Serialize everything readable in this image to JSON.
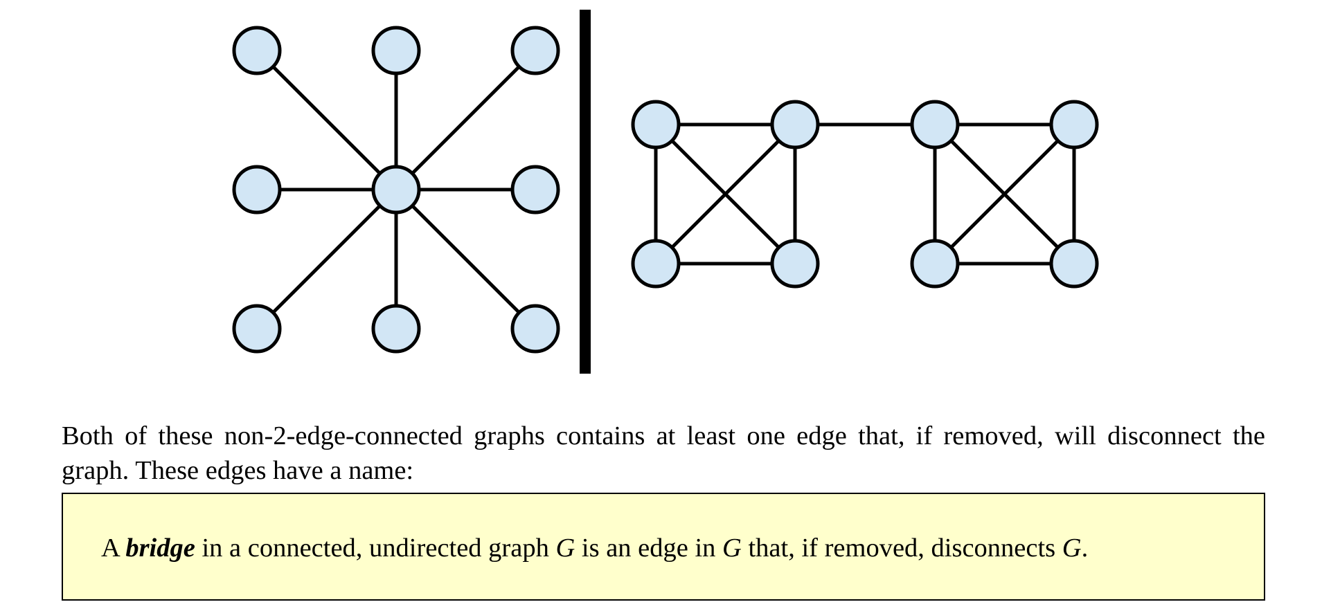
{
  "diagram": {
    "node_fill": "#d2e6f5",
    "stroke_color": "#000000",
    "star_graph": {
      "nodes": [
        "c",
        "tl",
        "tm",
        "tr",
        "ml",
        "mr",
        "bl",
        "bm",
        "br"
      ],
      "edges": [
        [
          "c",
          "tl"
        ],
        [
          "c",
          "tm"
        ],
        [
          "c",
          "tr"
        ],
        [
          "c",
          "ml"
        ],
        [
          "c",
          "mr"
        ],
        [
          "c",
          "bl"
        ],
        [
          "c",
          "bm"
        ],
        [
          "c",
          "br"
        ]
      ]
    },
    "two_k4_graph": {
      "nodes": [
        "a1",
        "a2",
        "a3",
        "a4",
        "b1",
        "b2",
        "b3",
        "b4"
      ],
      "edges": [
        [
          "a1",
          "a2"
        ],
        [
          "a1",
          "a3"
        ],
        [
          "a1",
          "a4"
        ],
        [
          "a2",
          "a3"
        ],
        [
          "a2",
          "a4"
        ],
        [
          "a3",
          "a4"
        ],
        [
          "b1",
          "b2"
        ],
        [
          "b1",
          "b3"
        ],
        [
          "b1",
          "b4"
        ],
        [
          "b2",
          "b3"
        ],
        [
          "b2",
          "b4"
        ],
        [
          "b3",
          "b4"
        ],
        [
          "a2",
          "b1"
        ]
      ]
    }
  },
  "paragraph": {
    "text": "Both of these non-2-edge-connected graphs contains at least one edge that, if removed, will disconnect the graph.  These edges have a name:"
  },
  "definition": {
    "prefix": "A ",
    "term": "bridge",
    "part1": " in a connected, undirected graph ",
    "var1": "G",
    "part2": " is an edge in ",
    "var2": "G",
    "part3": " that, if removed, disconnects ",
    "var3": "G",
    "suffix": "."
  }
}
